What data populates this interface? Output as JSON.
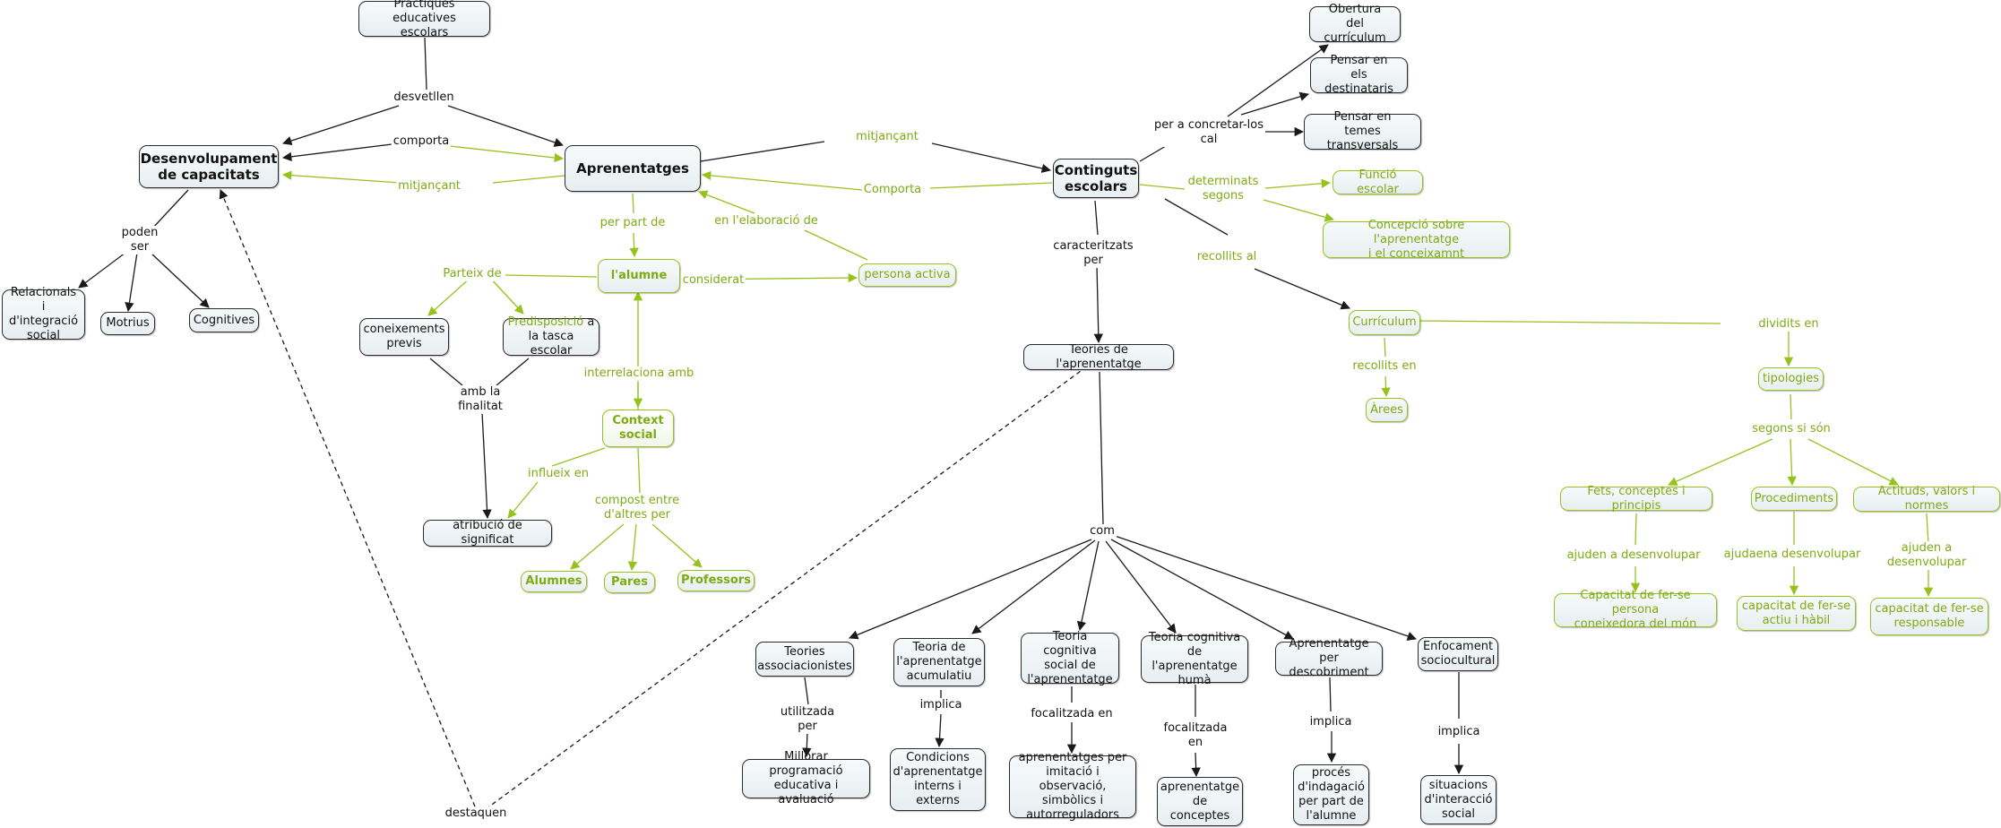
{
  "nodes": {
    "practiques": "Pràctiques educatives\nescolars",
    "desenvolupament": "Desenvolupament\nde capacitats",
    "aprenentatges": "Aprenentatges",
    "continguts": "Continguts\nescolars",
    "obertura": "Obertura\ndel currículum",
    "pensar_dest": "Pensar en\nels destinataris",
    "pensar_temes": "Pensar en\ntemes transversals",
    "funcio": "Funció escolar",
    "concepcio": "Concepció sobre l'aprenentatge\ni el conceixamnt",
    "relacionals": "Relacionals\ni d'integració\nsocial",
    "motrius": "Motrius",
    "cognitives": "Cognitives",
    "alumne": "l'alumne",
    "persona": "persona activa",
    "coneixements": "coneixements\nprevis",
    "predisposicio_a": "Predisposició",
    "predisposicio_b": " a\nla tasca escolar",
    "context": "Context\nsocial",
    "atribucio": "atribució de significat",
    "alumnes": "Alumnes",
    "pares": "Pares",
    "professors": "Professors",
    "teories": "Teories de l'aprenentatge",
    "curriculum": "Currículum",
    "arees": "Àrees",
    "tipologies": "tipologies",
    "fets": "Fets, conceptes i principis",
    "procediments": "Procediments",
    "actituds": "Actituds, valors i normes",
    "cap_persona": "Capacitat de fer-se persona\nconeixedora del món",
    "cap_actiu": "capacitat de fer-se\nactiu i hàbil",
    "cap_responsable": "capacitat de fer-se\nresponsable",
    "t_assoc": "Teories\nassociacionistes",
    "t_acum": "Teoria de\nl'aprenentatge\nacumulatiu",
    "t_cog_social": "Teoria cognitiva\nsocial de\nl'aprenentatge",
    "t_cog_huma": "Teoria cognitiva\nde l'aprenentatge\nhumà",
    "t_descob": "Aprenentatge per\ndescobriment",
    "t_socio": "Enfocament\nsociocultural",
    "millorar": "Millorar programació\neducativa i avaluació",
    "condicions": "Condicions\nd'aprenentatge\ninterns i\nexterns",
    "imitacio": "aprenentatges per\nimitació i observació,\nsimbòlics i\nautorreguladors",
    "ap_conceptes": "aprenentatge\nde\nconceptes",
    "indagacio": "procés\nd'indagació\nper part de\nl'alumne",
    "situacions": "situacions\nd'interacció\nsocial"
  },
  "links": {
    "desvetllen": "desvetllen",
    "comporta": "comporta",
    "mitjancant_g": "mitjançant",
    "mitjancant": "mitjançant",
    "comporta_g": "Comporta",
    "per_concretar": "per a concretar-los\ncal",
    "determinats": "determinats\nsegons",
    "recollits_al": "recollits al",
    "poden_ser": "poden\nser",
    "per_part_de": "per part de",
    "en_elaboracio": "en l'elaboració de",
    "considerat": "considerat",
    "parteix_de": "Parteix de",
    "interrelaciona": "interrelaciona amb",
    "amb_finalitat": "amb la\nfinalitat",
    "influeix": "influeix en",
    "compost": "compost entre\nd'altres per",
    "caracteritzats": "caracteritzats\nper",
    "recollits_en": "recollits en",
    "dividits": "dividits en",
    "segons_son": "segons si són",
    "ajuden1": "ajuden a desenvolupar",
    "ajudaena": "ajudaena desenvolupar",
    "ajuden2": "ajuden a desenvolupar",
    "com": "com",
    "utilitzada": "utilitzada\nper",
    "implica1": "implica",
    "focalitzada1": "focalitzada en",
    "focalitzada2": "focalitzada\nen",
    "implica2": "implica",
    "implica3": "implica",
    "destaquen": "destaquen"
  },
  "colors": {
    "black": "#1a1a1a",
    "green": "#97c21d"
  }
}
